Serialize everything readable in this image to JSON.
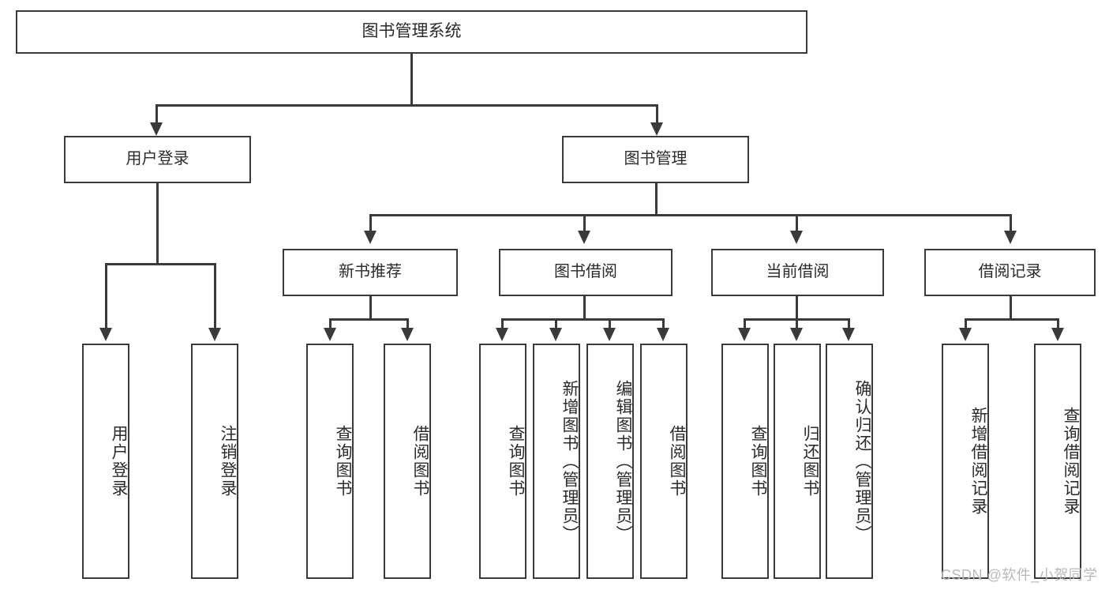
{
  "diagram": {
    "title": "图书管理系统",
    "type": "tree-hierarchy",
    "watermark": "CSDN @软件_小贺同学",
    "colors": {
      "stroke": "#3a3a3a",
      "fill": "#ffffff",
      "text": "#2b2b2b",
      "watermark": "#b9b9b9"
    },
    "nodes": {
      "root": {
        "label": "图书管理系统",
        "level": 1
      },
      "user_login": {
        "label": "用户登录",
        "level": 2
      },
      "book_manage": {
        "label": "图书管理",
        "level": 2
      },
      "new_book_rec": {
        "label": "新书推荐",
        "level": 3
      },
      "book_borrow": {
        "label": "图书借阅",
        "level": 3
      },
      "current_borrow": {
        "label": "当前借阅",
        "level": 3
      },
      "borrow_record": {
        "label": "借阅记录",
        "level": 3
      },
      "leaf_user_login": {
        "label": "用户登录",
        "level": 4
      },
      "leaf_logout": {
        "label": "注销登录",
        "level": 4
      },
      "leaf_query_book_1": {
        "label": "查询图书",
        "level": 4
      },
      "leaf_borrow_book_1": {
        "label": "借阅图书",
        "level": 4
      },
      "leaf_query_book_2": {
        "label": "查询图书",
        "level": 4
      },
      "leaf_add_book": {
        "label": "新增图书（管理员）",
        "level": 4
      },
      "leaf_edit_book": {
        "label": "编辑图书（管理员）",
        "level": 4
      },
      "leaf_borrow_book_2": {
        "label": "借阅图书",
        "level": 4
      },
      "leaf_query_book_3": {
        "label": "查询图书",
        "level": 4
      },
      "leaf_return_book": {
        "label": "归还图书",
        "level": 4
      },
      "leaf_confirm_return": {
        "label": "确认归还（管理员）",
        "level": 4
      },
      "leaf_add_record": {
        "label": "新增借阅记录",
        "level": 4
      },
      "leaf_query_record": {
        "label": "查询借阅记录",
        "level": 4
      }
    },
    "edges": [
      {
        "from": "root",
        "to": "user_login"
      },
      {
        "from": "root",
        "to": "book_manage"
      },
      {
        "from": "book_manage",
        "to": "new_book_rec"
      },
      {
        "from": "book_manage",
        "to": "book_borrow"
      },
      {
        "from": "book_manage",
        "to": "current_borrow"
      },
      {
        "from": "book_manage",
        "to": "borrow_record"
      },
      {
        "from": "user_login",
        "to": "leaf_user_login"
      },
      {
        "from": "user_login",
        "to": "leaf_logout"
      },
      {
        "from": "new_book_rec",
        "to": "leaf_query_book_1"
      },
      {
        "from": "new_book_rec",
        "to": "leaf_borrow_book_1"
      },
      {
        "from": "book_borrow",
        "to": "leaf_query_book_2"
      },
      {
        "from": "book_borrow",
        "to": "leaf_add_book"
      },
      {
        "from": "book_borrow",
        "to": "leaf_edit_book"
      },
      {
        "from": "book_borrow",
        "to": "leaf_borrow_book_2"
      },
      {
        "from": "current_borrow",
        "to": "leaf_query_book_3"
      },
      {
        "from": "current_borrow",
        "to": "leaf_return_book"
      },
      {
        "from": "current_borrow",
        "to": "leaf_confirm_return"
      },
      {
        "from": "borrow_record",
        "to": "leaf_add_record"
      },
      {
        "from": "borrow_record",
        "to": "leaf_query_record"
      }
    ]
  }
}
